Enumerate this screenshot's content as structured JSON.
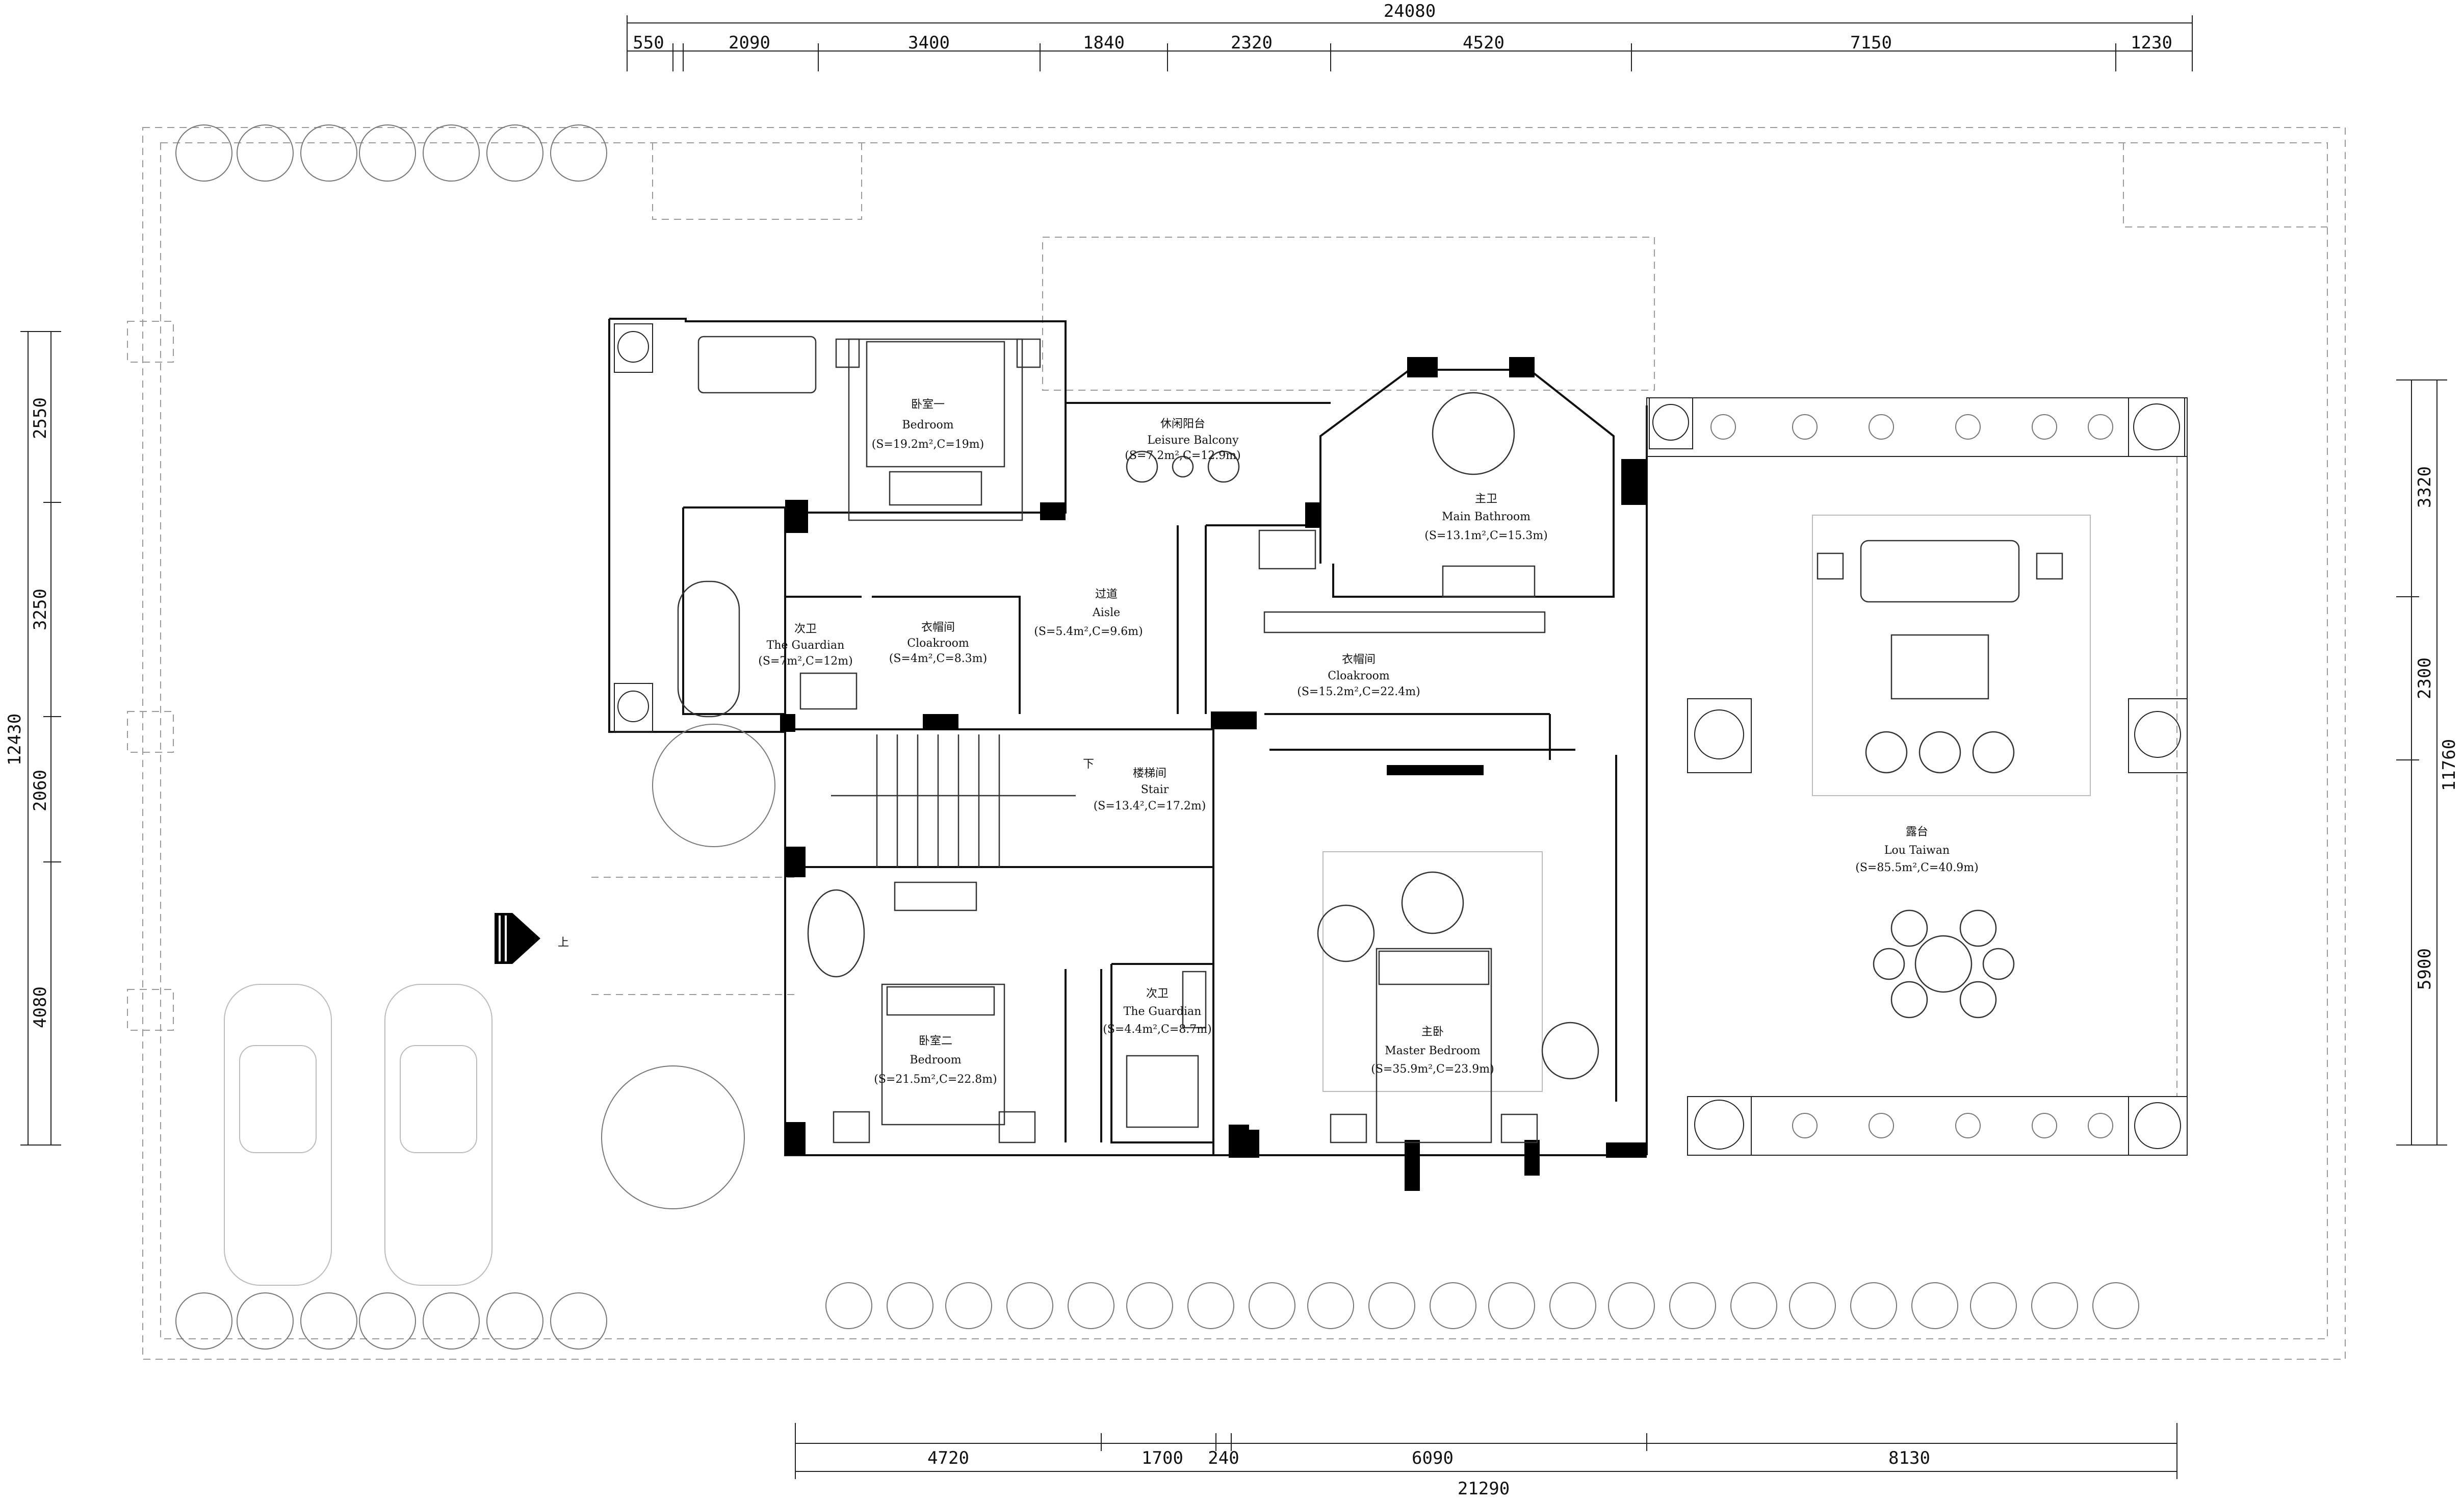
{
  "dims": {
    "top_total": "24080",
    "top": [
      "550",
      "2090",
      "3400",
      "1840",
      "2320",
      "4520",
      "7150",
      "1230"
    ],
    "bottom_total": "21290",
    "bottom": [
      "4720",
      "1700",
      "240",
      "6090",
      "8130"
    ],
    "left_total": "12430",
    "left": [
      "2550",
      "3250",
      "2060",
      "4080"
    ],
    "right_total": "11760",
    "right": [
      "3320",
      "2300",
      "5900"
    ]
  },
  "rooms": {
    "bedroom1": {
      "zh": "卧室一",
      "en": "Bedroom",
      "area": "(S=19.2m²,C=19m)"
    },
    "balcony": {
      "zh": "休闲阳台",
      "en": "Leisure Balcony",
      "area": "(S=7.2m²,C=12.9m)"
    },
    "main_bath": {
      "zh": "主卫",
      "en": "Main Bathroom",
      "area": "(S=13.1m²,C=15.3m)"
    },
    "aisle": {
      "zh": "过道",
      "en": "Aisle",
      "area": "(S=5.4m²,C=9.6m)"
    },
    "guardian1": {
      "zh": "次卫",
      "en": "The Guardian",
      "area": "(S=7m²,C=12m)"
    },
    "cloak1": {
      "zh": "衣帽间",
      "en": "Cloakroom",
      "area": "(S=4m²,C=8.3m)"
    },
    "cloak2": {
      "zh": "衣帽间",
      "en": "Cloakroom",
      "area": "(S=15.2m²,C=22.4m)"
    },
    "stair": {
      "zh": "楼梯间",
      "en": "Stair",
      "area": "(S=13.4²,C=17.2m)"
    },
    "terrace": {
      "zh": "露台",
      "en": "Lou Taiwan",
      "area": "(S=85.5m²,C=40.9m)"
    },
    "bedroom2": {
      "zh": "卧室二",
      "en": "Bedroom",
      "area": "(S=21.5m²,C=22.8m)"
    },
    "guardian2": {
      "zh": "次卫",
      "en": "The Guardian",
      "area": "(S=4.4m²,C=8.7m)"
    },
    "master": {
      "zh": "主卧",
      "en": "Master Bedroom",
      "area": "(S=35.9m²,C=23.9m)"
    }
  },
  "marks": {
    "stair_down": "下",
    "entry_up": "上"
  }
}
